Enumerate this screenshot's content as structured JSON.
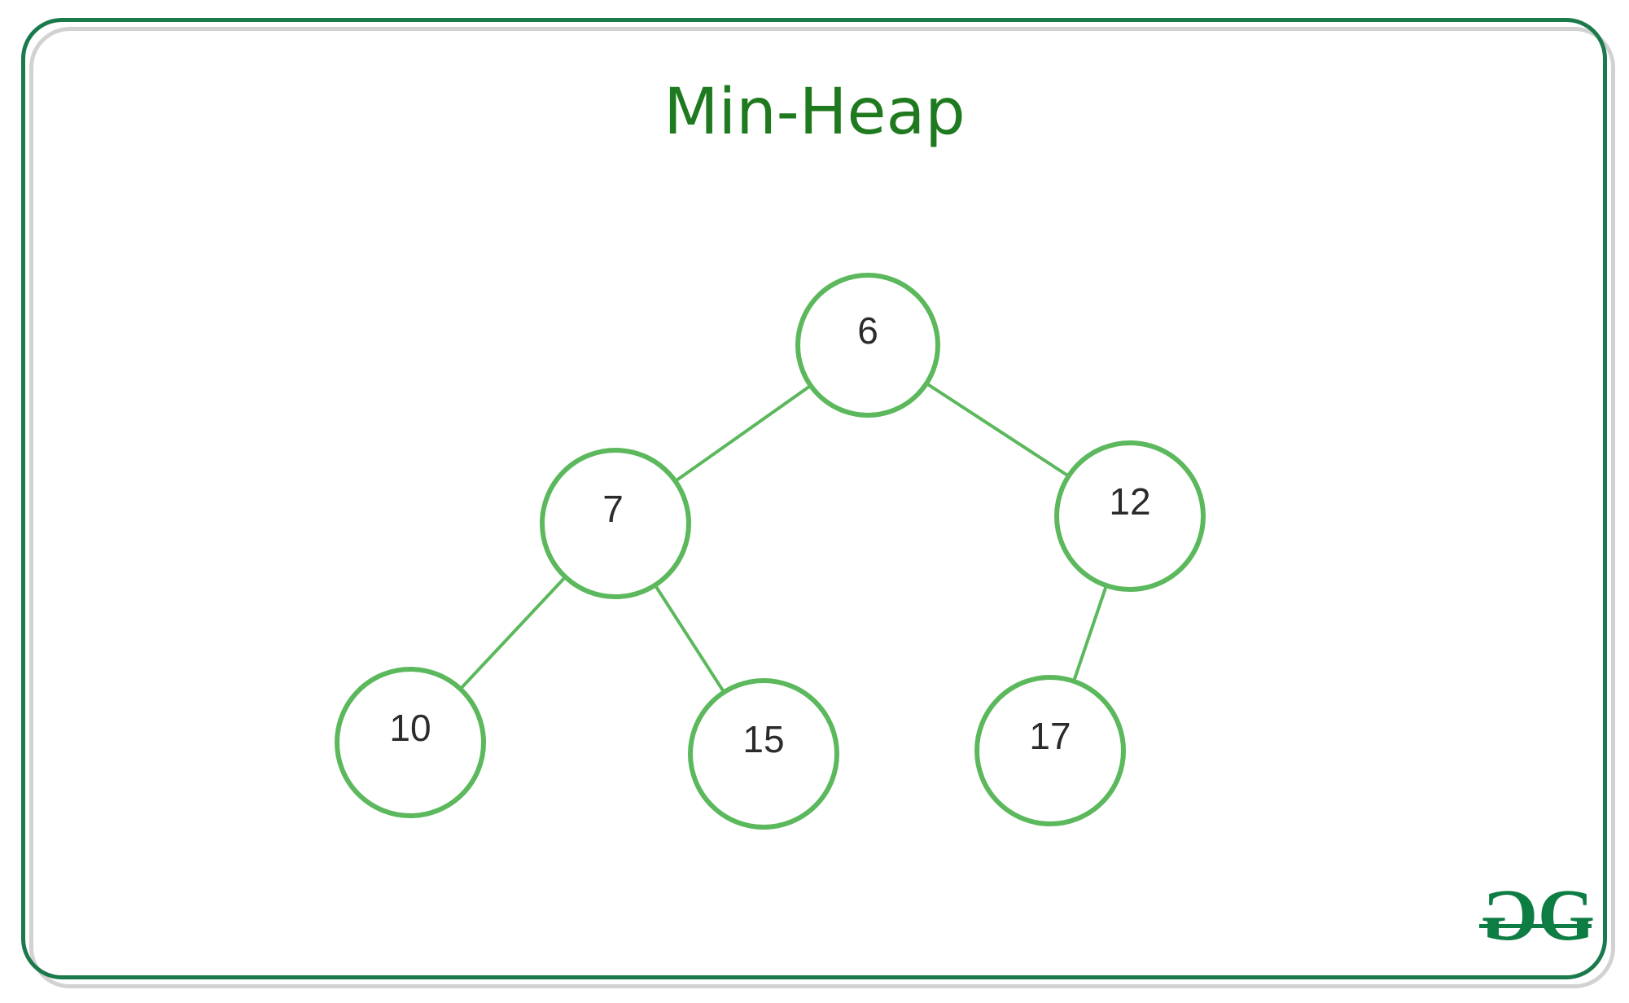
{
  "title": "Min-Heap",
  "diagram": {
    "type": "binary-tree",
    "name": "min-heap",
    "nodes": [
      {
        "value": "6",
        "parent": null,
        "side": "root"
      },
      {
        "value": "7",
        "parent": "6",
        "side": "left"
      },
      {
        "value": "12",
        "parent": "6",
        "side": "right"
      },
      {
        "value": "10",
        "parent": "7",
        "side": "left"
      },
      {
        "value": "15",
        "parent": "7",
        "side": "right"
      },
      {
        "value": "17",
        "parent": "12",
        "side": "left"
      }
    ],
    "edges": [
      {
        "from": "6",
        "to": "7"
      },
      {
        "from": "6",
        "to": "12"
      },
      {
        "from": "7",
        "to": "10"
      },
      {
        "from": "7",
        "to": "15"
      },
      {
        "from": "12",
        "to": "17"
      }
    ]
  },
  "logo": {
    "left_glyph": "G",
    "right_glyph": "G",
    "alt": "GeeksforGeeks logo"
  },
  "colors": {
    "frame_green": "#1b7a4b",
    "frame_shadow_gray": "#d2d2d2",
    "title_green": "#1f7a1f",
    "node_stroke_green": "#5cb85c",
    "node_text": "#2b2b2b",
    "logo_green": "#0d7d44",
    "background": "#ffffff"
  }
}
